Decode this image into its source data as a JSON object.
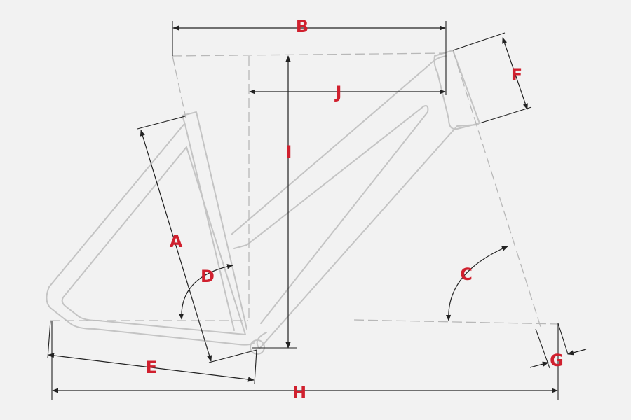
{
  "colors": {
    "background": "#f2f2f2",
    "frame": "#c4c4c4",
    "guide": "#b8b8b8",
    "dimension": "#222222",
    "label": "#d0202e"
  },
  "labels": {
    "a": "A",
    "b": "B",
    "c": "C",
    "d": "D",
    "e": "E",
    "f": "F",
    "g": "G",
    "h": "H",
    "i": "I",
    "j": "J"
  }
}
